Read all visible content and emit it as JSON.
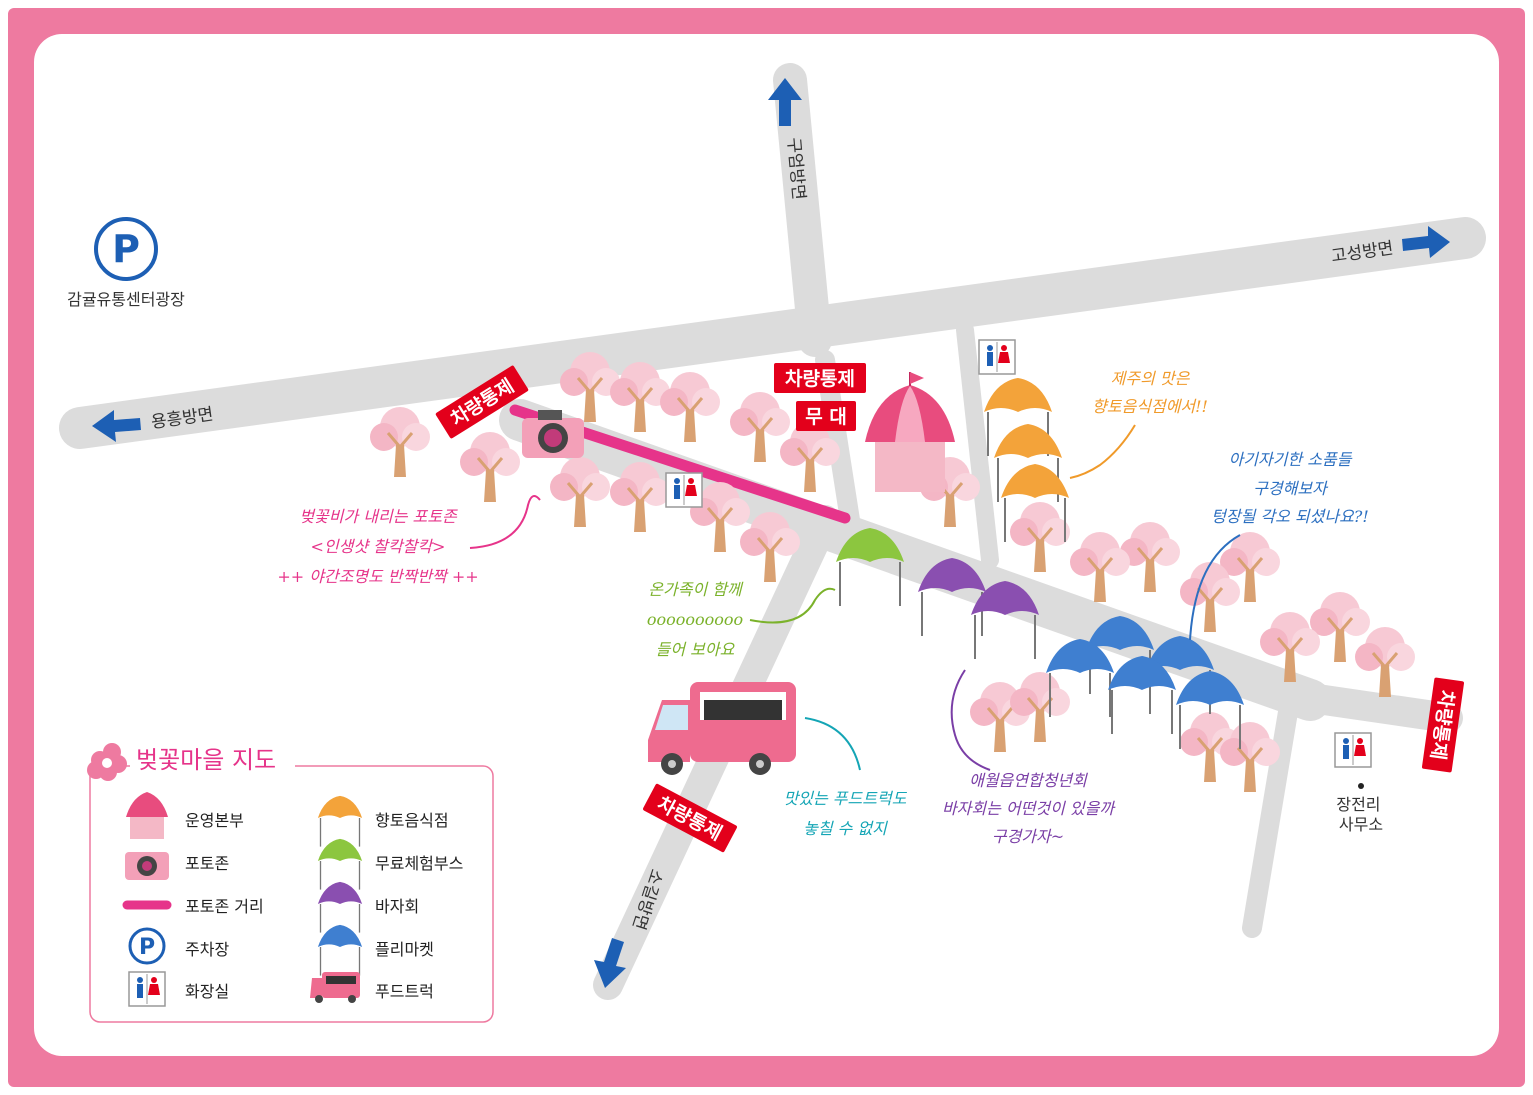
{
  "parking": {
    "label": "감귤유통센터광장",
    "symbol": "P"
  },
  "directions": {
    "north": "구엄방면",
    "east": "고성방면",
    "west": "용흥방면",
    "south": "소길방면"
  },
  "traffic_control": [
    "차량통제",
    "차량통제",
    "차량통제",
    "차량통제"
  ],
  "stage": "무 대",
  "office": "장전리\n사무소",
  "notes": {
    "photozone": [
      "벚꽃비가 내리는 포토존",
      "<인생샷 찰칵찰칵>",
      "++ 야간조명도 반짝반짝 ++"
    ],
    "family": [
      "온가족이 함께",
      "oooooooooo",
      "들어 보아요"
    ],
    "foodtruck": [
      "맛있는 푸드트럭도",
      "놓칠 수 없지"
    ],
    "bazaar": [
      "애월읍연합청년회",
      "바자회는 어떤것이 있을까",
      "구경가자~"
    ],
    "local_food": [
      "제주의 맛은",
      "향토음식점에서!!"
    ],
    "flea": [
      "아기자기한 소품들",
      "구경해보자",
      "텅장될 각오 되셨나요?!"
    ]
  },
  "legend": {
    "title": "벚꽃마을 지도",
    "items": [
      {
        "label": "운영본부",
        "icon": "hq-tent-icon"
      },
      {
        "label": "향토음식점",
        "icon": "orange-umbrella-icon"
      },
      {
        "label": "포토존",
        "icon": "camera-icon"
      },
      {
        "label": "무료체험부스",
        "icon": "green-umbrella-icon"
      },
      {
        "label": "포토존 거리",
        "icon": "pink-line-icon"
      },
      {
        "label": "바자회",
        "icon": "purple-umbrella-icon"
      },
      {
        "label": "주차장",
        "icon": "parking-icon"
      },
      {
        "label": "플리마켓",
        "icon": "blue-umbrella-icon"
      },
      {
        "label": "화장실",
        "icon": "restroom-icon"
      },
      {
        "label": "푸드트럭",
        "icon": "food-truck-icon"
      }
    ]
  },
  "colors": {
    "frame": "#ee7aa0",
    "road": "#dcdcdc",
    "control": "#e3001b",
    "photo_street": "#e6348a",
    "arrow": "#1d5fb4",
    "orange": "#f3a33a",
    "green": "#8cc63f",
    "purple": "#8a4fb0",
    "blue": "#3f7fd0"
  }
}
